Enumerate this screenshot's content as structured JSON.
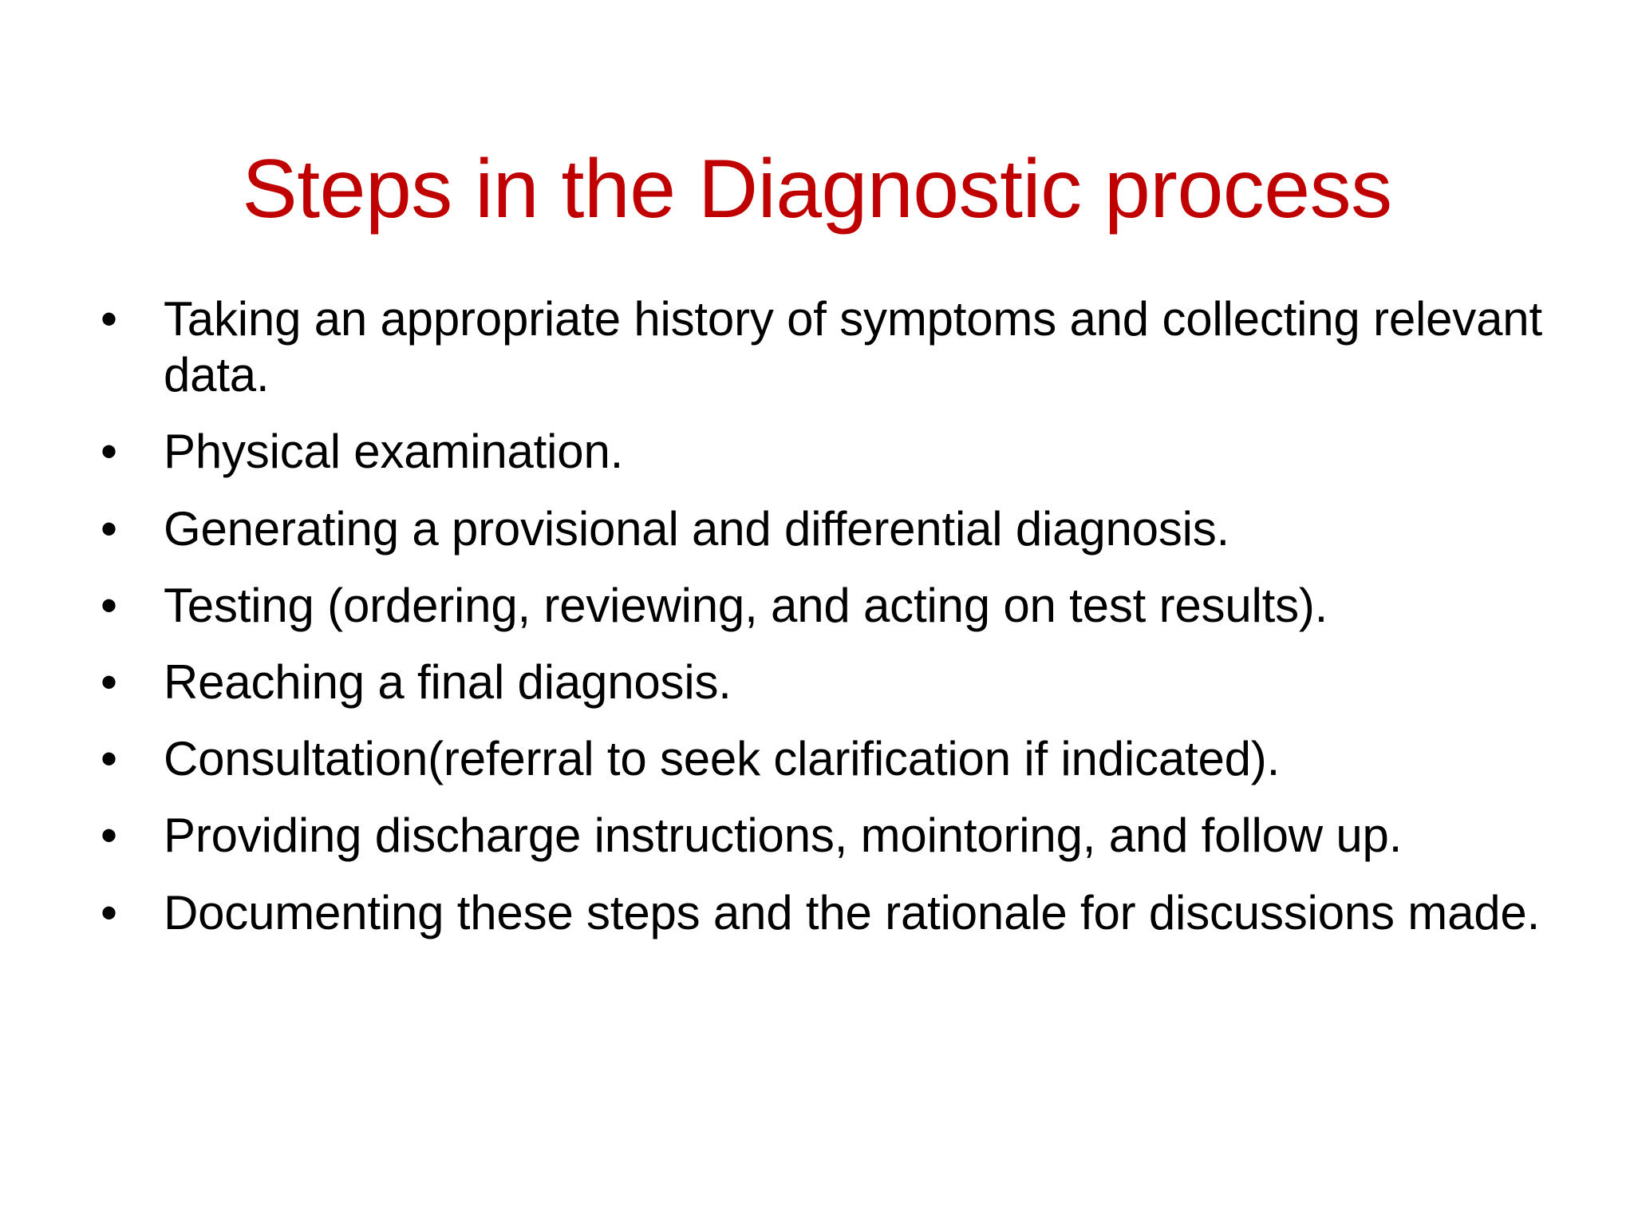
{
  "slide": {
    "background_color": "#FFFFFF",
    "title": "Steps in the Diagnostic process",
    "title_color": "#C00000",
    "body_text_color": "#000000",
    "bullet_glyph": "•",
    "bullets": [
      {
        "text": "Taking an appropriate history of symptoms and collecting relevant data."
      },
      {
        "text": "Physical examination."
      },
      {
        "text": "Generating a provisional and differential diagnosis."
      },
      {
        "text": "Testing (ordering, reviewing, and acting on test results)."
      },
      {
        "text": "Reaching a final diagnosis."
      },
      {
        "text": "Consultation(referral to seek clarification if indicated)."
      },
      {
        "text": "Providing discharge instructions, mointoring, and follow up."
      },
      {
        "text": "Documenting these steps and the rationale for discussions made."
      }
    ]
  }
}
